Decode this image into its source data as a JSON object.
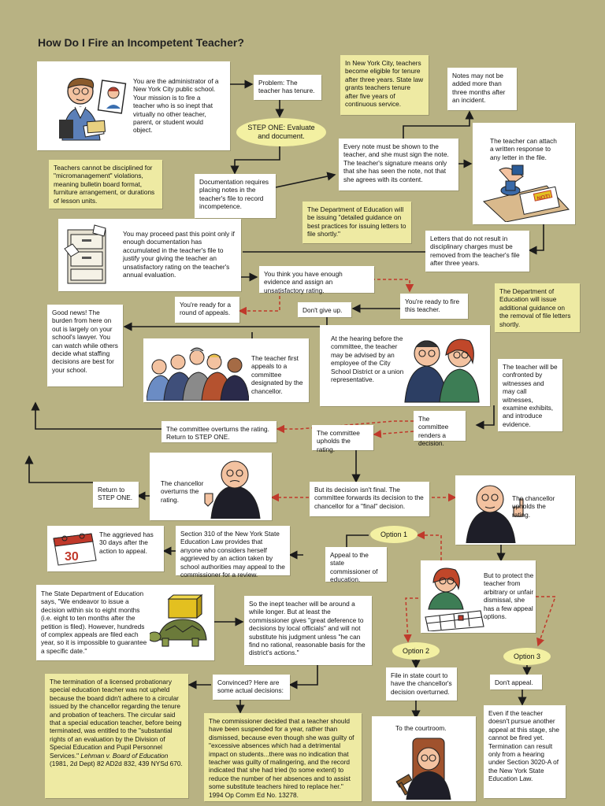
{
  "title": "How Do I Fire an Incompetent Teacher?",
  "colors": {
    "background": "#b8b283",
    "note_yellow": "#eeeaa3",
    "oval": "#f3f0a2",
    "dashed_arrow": "#c0392b",
    "line": "#1a1a1a"
  },
  "intro": "You are the administrator of a New York City public school. Your mission is to fire a teacher who is so inept that virtually no other teacher, parent, or student would object.",
  "problem": "Problem: The teacher has tenure.",
  "tenure_note": "In New York City, teachers become eligible for tenure after three years. State law grants teachers tenure after five years of continuous service.",
  "notes_limit": "Notes may not be added more than three months after an incident.",
  "step_one": "STEP ONE: Evaluate and document.",
  "micromanagement": "Teachers cannot be disciplined for \"micromanagement\" violations, meaning bulletin board format, furniture arrangement, or durations of lesson units.",
  "documentation": "Documentation requires placing notes in the teacher's file to record incompetence.",
  "every_note": "Every note must be shown to the teacher, and she must sign the note. The teacher's signature means only that she has seen the note, not that she agrees with its content.",
  "written_response": "The teacher can attach a written response to any letter in the file.",
  "doe_guidance_1": "The Department of Education will be issuing \"detailed guidance on best practices for issuing letters to file shortly.\"",
  "may_proceed": "You may proceed past this point only if enough documentation has accumulated in the teacher's file to justify your giving the teacher an unsatisfactory rating on the teacher's annual evaluation.",
  "letters_removed": "Letters that do not result in disciplinary charges must be removed from the teacher's file after three years.",
  "enough_evidence": "You think you have enough evidence and assign an unsatisfactory rating.",
  "doe_guidance_2": "The Department of Education will issue additional guidance on the removal of file letters shortly.",
  "round_of_appeals": "You're ready for a round of appeals.",
  "dont_give_up": "Don't give up.",
  "ready_to_fire": "You're ready to fire this teacher.",
  "good_news": "Good news! The burden from here on out is largely on your school's lawyer. You can watch while others decide what staffing decisions are best for your school.",
  "first_appeals": "The teacher first appeals to a committee designated by the chancellor.",
  "hearing": "At the hearing before the committee, the teacher may be advised by an employee of the City School District or a union representative.",
  "confronted": "The teacher will be confronted by witnesses and may call witnesses, examine exhibits, and introduce evidence.",
  "committee_overturns": "The committee overturns the rating. Return to STEP ONE.",
  "committee_decision": "The committee renders a decision.",
  "committee_upholds": "The committee upholds the rating.",
  "return_step_one": "Return to STEP ONE.",
  "chancellor_overturns": "The chancellor overturns the rating.",
  "not_final": "But its decision isn't final. The committee forwards its decision to the chancellor for a \"final\" decision.",
  "chancellor_upholds": "The chancellor upholds the rating.",
  "aggrieved_30": "The aggrieved has 30 days after the action to appeal.",
  "calendar_number": "30",
  "section_310": "Section 310 of the New York State Education Law provides that anyone who considers herself aggrieved by an action taken by school authorities may appeal to the commissioner for a review.",
  "option_1": "Option 1",
  "appeal_state": "Appeal to the state commissioner of education.",
  "protect_teacher": "But to protect the teacher from arbitrary or unfair dismissal, she has a few appeal options.",
  "state_dept": "The State Department of Education says, \"We endeavor to issue a decision within six to eight months (i.e. eight to ten months after the petition is filed). However, hundreds of complex appeals are filed each year, so it is impossible to guarantee a specific date.\"",
  "inept_around": "So the inept teacher will be around a while longer. But at least the commissioner gives \"great deference to decisions by local officials\" and will not substitute his judgment unless \"he can find no rational, reasonable basis for the district's actions.\"",
  "option_2": "Option 2",
  "option_3": "Option 3",
  "probationary": "The termination of a licensed probationary special education teacher was not upheld because the board didn't adhere to a circular issued by the chancellor regarding the tenure and probation of teachers. The circular said that a special education teacher, before being terminated, was entitled to the \"substantial rights of an evaluation by the Division of Special Education and Pupil Personnel Services.\"",
  "probationary_cite_case": "Lehman v. Board of Education",
  "probationary_cite_rest": " (1981, 2d Dept) 82 AD2d 832, 439 NYSd 670.",
  "convinced": "Convinced? Here are some actual decisions:",
  "file_state_court": "File in state court to have the chancellor's decision overturned.",
  "dont_appeal": "Don't appeal.",
  "commissioner_decided": "The commissioner decided that a teacher should have been suspended for a year, rather than dismissed, because even though she was guilty of \"excessive absences which had a detrimental impact on students...there was no indication that teacher was guilty of malingering, and the record indicated that she had tried (to some extent) to reduce the number of her absences and to assist some substitute teachers hired to replace her.\" 1994 Op Comm Ed No. 13278.",
  "to_courtroom": "To the courtroom.",
  "even_if": "Even if the teacher doesn't pursue another appeal at this stage, she cannot be fired yet. Termination can result only from a hearing under Section 3020-A of the New York State Education Law.",
  "illustrations": [
    "administrator-with-photo",
    "file-cabinet",
    "signing-hand-stamp",
    "crowd-group",
    "hearing-pair",
    "chancellor-thumbs-down",
    "chancellor-thumbs-up",
    "calendar",
    "tortoise-with-box",
    "woman-with-chessboard",
    "judge-gavel"
  ]
}
